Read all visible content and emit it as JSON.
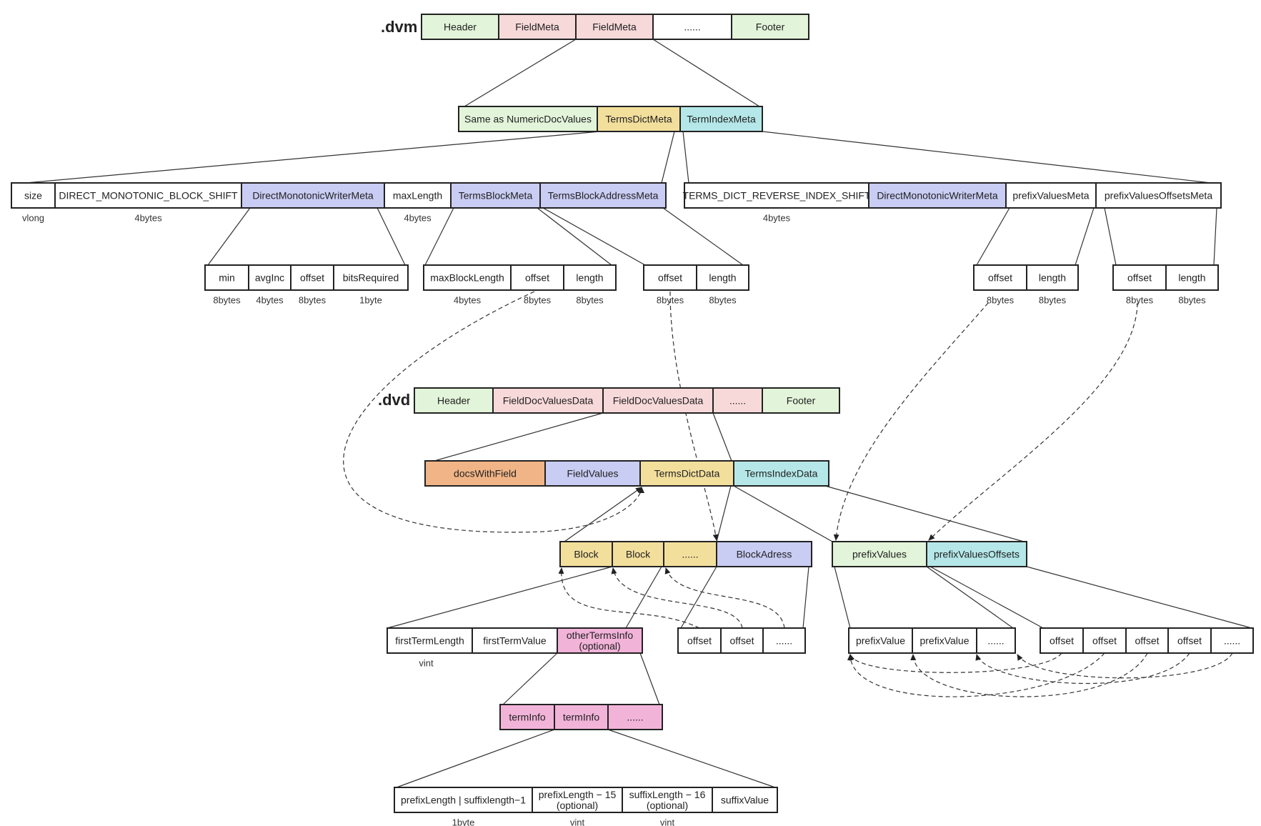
{
  "titles": {
    "dvm": ".dvm",
    "dvd": ".dvd"
  },
  "colors": {
    "white": "#ffffff",
    "green": "#e2f4d9",
    "pink": "#f8d9d9",
    "yellow": "#f3df9c",
    "cyan": "#b5e7e8",
    "purple": "#c9ccf3",
    "orange": "#f1b486",
    "magenta": "#f2b3d9"
  },
  "rows": {
    "dvm": {
      "cells": [
        {
          "text": "Header",
          "color": "green"
        },
        {
          "text": "FieldMeta",
          "color": "pink"
        },
        {
          "text": "FieldMeta",
          "color": "pink"
        },
        {
          "text": "......",
          "color": "white"
        },
        {
          "text": "Footer",
          "color": "green"
        }
      ]
    },
    "fieldmeta": {
      "cells": [
        {
          "text": "Same as NumericDocValues",
          "color": "green"
        },
        {
          "text": "TermsDictMeta",
          "color": "yellow"
        },
        {
          "text": "TermIndexMeta",
          "color": "cyan"
        }
      ]
    },
    "termsdictmeta": {
      "cells": [
        {
          "text": "size",
          "color": "white"
        },
        {
          "text": "DIRECT_MONOTONIC_BLOCK_SHIFT",
          "color": "white"
        },
        {
          "text": "DirectMonotonicWriterMeta",
          "color": "purple"
        },
        {
          "text": "maxLength",
          "color": "white"
        },
        {
          "text": "TermsBlockMeta",
          "color": "purple"
        },
        {
          "text": "TermsBlockAddressMeta",
          "color": "purple"
        }
      ]
    },
    "termindexmeta": {
      "cells": [
        {
          "text": "TERMS_DICT_REVERSE_INDEX_SHIFT",
          "color": "white"
        },
        {
          "text": "DirectMonotonicWriterMeta",
          "color": "purple"
        },
        {
          "text": "prefixValuesMeta",
          "color": "white"
        },
        {
          "text": "prefixValuesOffsetsMeta",
          "color": "white"
        }
      ]
    },
    "dmwmeta": {
      "cells": [
        {
          "text": "min",
          "color": "white"
        },
        {
          "text": "avgInc",
          "color": "white"
        },
        {
          "text": "offset",
          "color": "white"
        },
        {
          "text": "bitsRequired",
          "color": "white"
        }
      ]
    },
    "tbmeta": {
      "cells": [
        {
          "text": "maxBlockLength",
          "color": "white"
        },
        {
          "text": "offset",
          "color": "white"
        },
        {
          "text": "length",
          "color": "white"
        }
      ]
    },
    "tbameta": {
      "cells": [
        {
          "text": "offset",
          "color": "white"
        },
        {
          "text": "length",
          "color": "white"
        }
      ]
    },
    "pvmeta": {
      "cells": [
        {
          "text": "offset",
          "color": "white"
        },
        {
          "text": "length",
          "color": "white"
        }
      ]
    },
    "pvometa": {
      "cells": [
        {
          "text": "offset",
          "color": "white"
        },
        {
          "text": "length",
          "color": "white"
        }
      ]
    },
    "dvd": {
      "cells": [
        {
          "text": "Header",
          "color": "green"
        },
        {
          "text": "FieldDocValuesData",
          "color": "pink"
        },
        {
          "text": "FieldDocValuesData",
          "color": "pink"
        },
        {
          "text": "......",
          "color": "pink"
        },
        {
          "text": "Footer",
          "color": "green"
        }
      ]
    },
    "fdvdata": {
      "cells": [
        {
          "text": "docsWithField",
          "color": "orange"
        },
        {
          "text": "FieldValues",
          "color": "purple"
        },
        {
          "text": "TermsDictData",
          "color": "yellow"
        },
        {
          "text": "TermsIndexData",
          "color": "cyan"
        }
      ]
    },
    "blocks": {
      "cells": [
        {
          "text": "Block",
          "color": "yellow"
        },
        {
          "text": "Block",
          "color": "yellow"
        },
        {
          "text": "......",
          "color": "yellow"
        },
        {
          "text": "BlockAdress",
          "color": "purple"
        }
      ]
    },
    "tidata": {
      "cells": [
        {
          "text": "prefixValues",
          "color": "green"
        },
        {
          "text": "prefixValuesOffsets",
          "color": "cyan"
        }
      ]
    },
    "blockcontent": {
      "cells": [
        {
          "text": "firstTermLength",
          "color": "white"
        },
        {
          "text": "firstTermValue",
          "color": "white"
        },
        {
          "text": "otherTermsInfo\n(optional)",
          "color": "magenta"
        }
      ]
    },
    "blockaddr": {
      "cells": [
        {
          "text": "offset",
          "color": "white"
        },
        {
          "text": "offset",
          "color": "white"
        },
        {
          "text": "......",
          "color": "white"
        }
      ]
    },
    "prefixvals": {
      "cells": [
        {
          "text": "prefixValue",
          "color": "white"
        },
        {
          "text": "prefixValue",
          "color": "white"
        },
        {
          "text": "......",
          "color": "white"
        }
      ]
    },
    "pvoffsets": {
      "cells": [
        {
          "text": "offset",
          "color": "white"
        },
        {
          "text": "offset",
          "color": "white"
        },
        {
          "text": "offset",
          "color": "white"
        },
        {
          "text": "offset",
          "color": "white"
        },
        {
          "text": "......",
          "color": "white"
        }
      ]
    },
    "terminfos": {
      "cells": [
        {
          "text": "termInfo",
          "color": "magenta"
        },
        {
          "text": "termInfo",
          "color": "magenta"
        },
        {
          "text": "......",
          "color": "magenta"
        }
      ]
    },
    "terminfo": {
      "cells": [
        {
          "text": "prefixLength | suffixlength−1",
          "color": "white"
        },
        {
          "text": "prefixLength − 15\n(optional)",
          "color": "white"
        },
        {
          "text": "suffixLength − 16\n(optional)",
          "color": "white"
        },
        {
          "text": "suffixValue",
          "color": "white"
        }
      ]
    }
  },
  "sizes": {
    "termsdictmeta": [
      "vlong",
      "4bytes",
      "",
      "4bytes",
      "",
      ""
    ],
    "termindexmeta": [
      "4bytes",
      "",
      "",
      ""
    ],
    "dmwmeta": [
      "8bytes",
      "4bytes",
      "8bytes",
      "1byte"
    ],
    "tbmeta": [
      "4bytes",
      "8bytes",
      "8bytes"
    ],
    "tbameta": [
      "8bytes",
      "8bytes"
    ],
    "pvmeta": [
      "8bytes",
      "8bytes"
    ],
    "pvometa": [
      "8bytes",
      "8bytes"
    ],
    "blockcontent": [
      "vint",
      "",
      ""
    ],
    "terminfo": [
      "1byte",
      "vint",
      "vint",
      ""
    ]
  }
}
